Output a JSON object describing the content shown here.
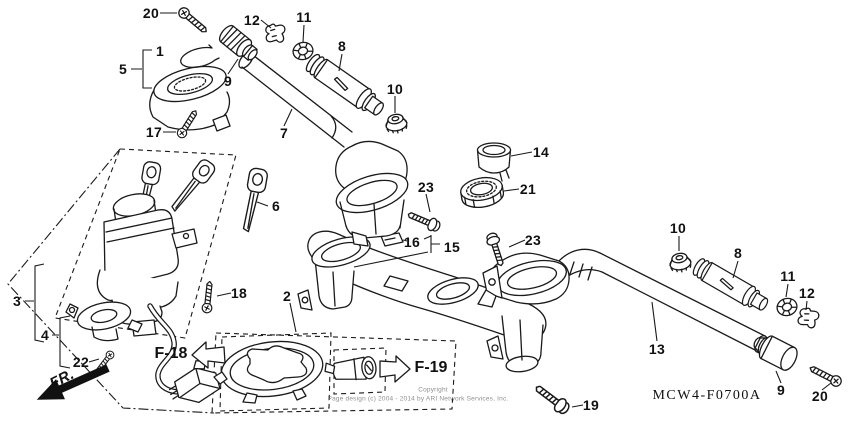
{
  "diagram": {
    "code": "MCW4-F0700A",
    "front_marker": "FR.",
    "copyright": {
      "line1": "Copyright",
      "line2": "Page design (c) 2004 - 2014 by ARI Network Services, Inc."
    },
    "page_refs": [
      {
        "label": "F-18"
      },
      {
        "label": "F-19"
      }
    ],
    "callouts": [
      {
        "text": "20"
      },
      {
        "text": "1"
      },
      {
        "text": "5"
      },
      {
        "text": "12"
      },
      {
        "text": "11"
      },
      {
        "text": "8"
      },
      {
        "text": "9"
      },
      {
        "text": "10"
      },
      {
        "text": "17"
      },
      {
        "text": "7"
      },
      {
        "text": "14"
      },
      {
        "text": "21"
      },
      {
        "text": "23"
      },
      {
        "text": "6"
      },
      {
        "text": "16"
      },
      {
        "text": "15"
      },
      {
        "text": "23"
      },
      {
        "text": "10"
      },
      {
        "text": "8"
      },
      {
        "text": "11"
      },
      {
        "text": "12"
      },
      {
        "text": "3"
      },
      {
        "text": "18"
      },
      {
        "text": "2"
      },
      {
        "text": "4"
      },
      {
        "text": "22"
      },
      {
        "text": "13"
      },
      {
        "text": "9"
      },
      {
        "text": "20"
      },
      {
        "text": "19"
      }
    ]
  }
}
